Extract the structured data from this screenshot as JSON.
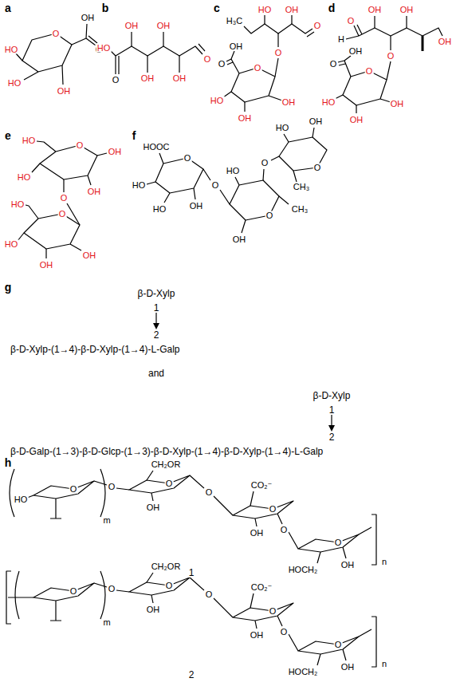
{
  "diagram": {
    "labels": [
      "a",
      "HO",
      "O",
      "HO",
      "OH",
      "OH",
      "O",
      "b",
      "HO",
      "O",
      "OH",
      "OH",
      "OH",
      "OH",
      "O",
      "c",
      "H₃C",
      "HO",
      "OH",
      "O",
      "O",
      "OH",
      "O",
      "O",
      "OH",
      "OH",
      "HO",
      "d",
      "H",
      "O",
      "OH",
      "O",
      "OH",
      "OH",
      "OH",
      "O",
      "O",
      "OH",
      "OH",
      "HO",
      "e",
      "HO",
      "HO",
      "O",
      "OH",
      "OH",
      "O",
      "HO",
      "O",
      "HO",
      "OH",
      "OH",
      "f",
      "HOOC",
      "O",
      "HO",
      "HO",
      "OH",
      "O",
      "HO",
      "O",
      "CH₃",
      "OH",
      "O",
      "O",
      "HO",
      "OH",
      "CH₃",
      "g",
      "β-D-Xylp",
      "1",
      "2",
      "β-D-Xylp-(1→4)-β-D-Xylp-(1→4)-L-Galp",
      "and",
      "β-D-Xylp",
      "1",
      "2",
      "β-D-Galp-(1→3)-β-D-Glcp-(1→3)-β-D-Xylp-(1→4)-β-D-Xylp-(1→4)-L-Galp",
      "h",
      "HO",
      "O",
      "O",
      "m",
      "CH₂OR",
      "O",
      "OH",
      "O",
      "CO₂⁻",
      "O",
      "OH",
      "O",
      "HOCH₂",
      "O",
      "OH",
      "n",
      "1",
      "O",
      "O",
      "m",
      "CH₂OR",
      "O",
      "OH",
      "O",
      "CO₂⁻",
      "O",
      "OH",
      "O",
      "HOCH₂",
      "O",
      "OH",
      "n",
      "2"
    ]
  }
}
